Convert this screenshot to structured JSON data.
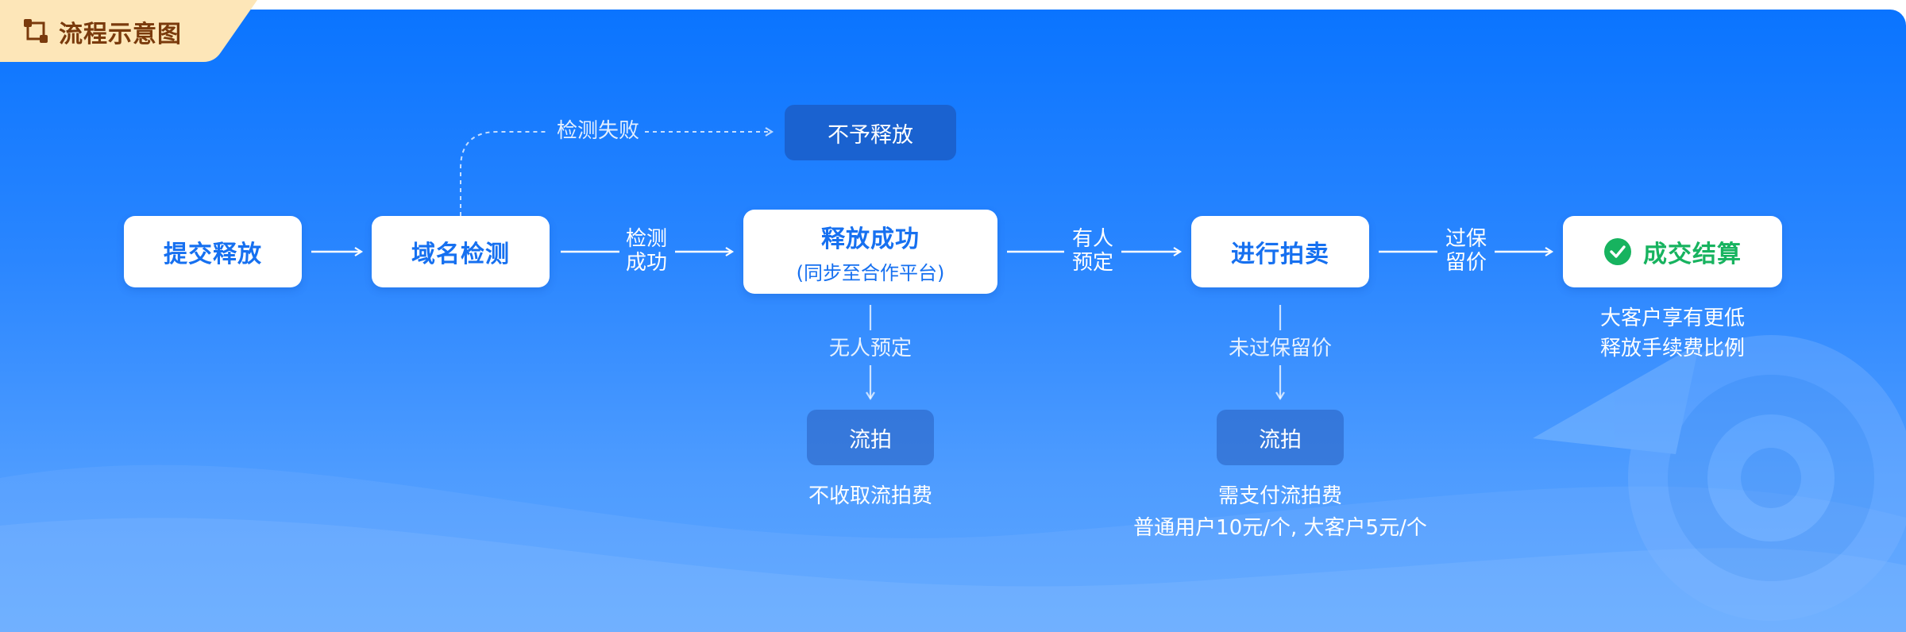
{
  "tag": {
    "title": "流程示意图",
    "icon": "flow-chart-icon"
  },
  "nodes": {
    "submit": "提交释放",
    "check": "域名检测",
    "release": {
      "title": "释放成功",
      "sub": "(同步至合作平台)"
    },
    "auction": "进行拍卖",
    "deal": "成交结算",
    "reject": "不予释放",
    "fail1": "流拍",
    "fail2": "流拍"
  },
  "edges": {
    "check_fail": "检测失败",
    "check_ok_1": "检测",
    "check_ok_2": "成功",
    "reserved_1": "有人",
    "reserved_2": "预定",
    "reserve_price_1": "过保",
    "reserve_price_2": "留价",
    "no_reserve": "无人预定",
    "below_reserve": "未过保留价"
  },
  "notes": {
    "deal_1": "大客户享有更低",
    "deal_2": "释放手续费比例",
    "fail1": "不收取流拍费",
    "fail2_1": "需支付流拍费",
    "fail2_2": "普通用户10元/个, 大客户5元/个"
  },
  "colors": {
    "accent": "#1670f0",
    "success": "#17b35f",
    "tag_bg": "#fde6b8",
    "tag_text": "#7a3a0c"
  }
}
